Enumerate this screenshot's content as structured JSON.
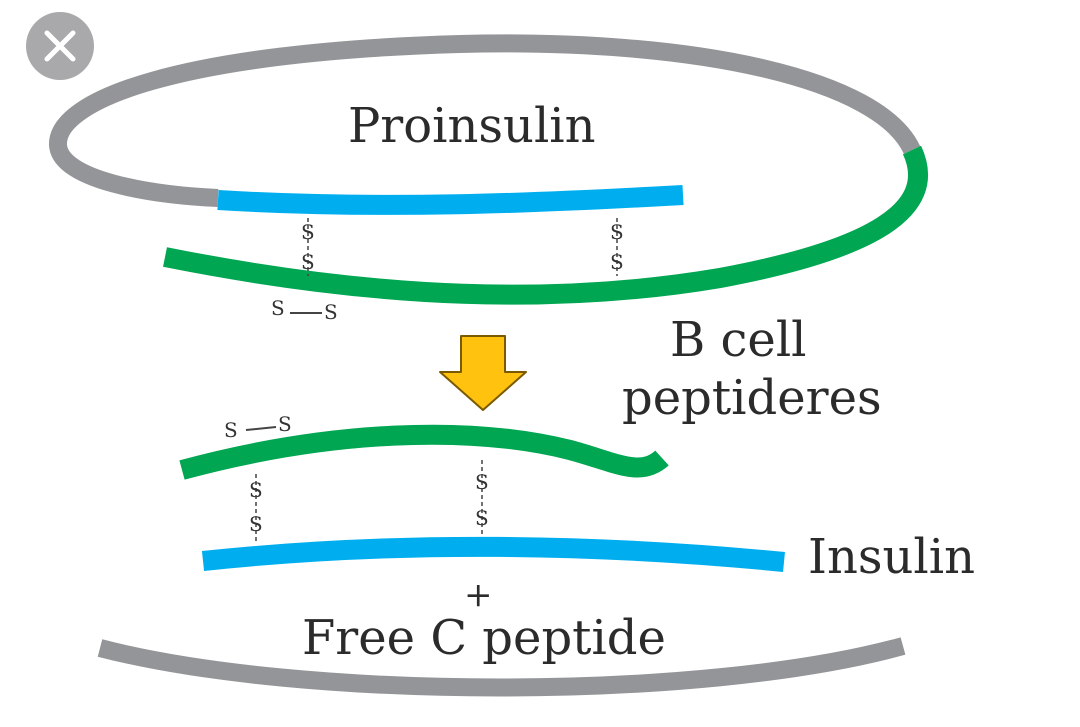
{
  "close_button": {
    "icon": "close-icon"
  },
  "labels": {
    "proinsulin": "Proinsulin",
    "enzyme_line1": "B cell",
    "enzyme_line2": "peptideres",
    "insulin": "Insulin",
    "plus": "+",
    "free_c_peptide": "Free C peptide"
  },
  "bond_symbol": "S",
  "colors": {
    "b_chain": "#00a651",
    "a_chain": "#00aeef",
    "c_peptide": "#939598",
    "arrow": "#ffc20e",
    "close_button_bg": "#a9a9ab"
  }
}
